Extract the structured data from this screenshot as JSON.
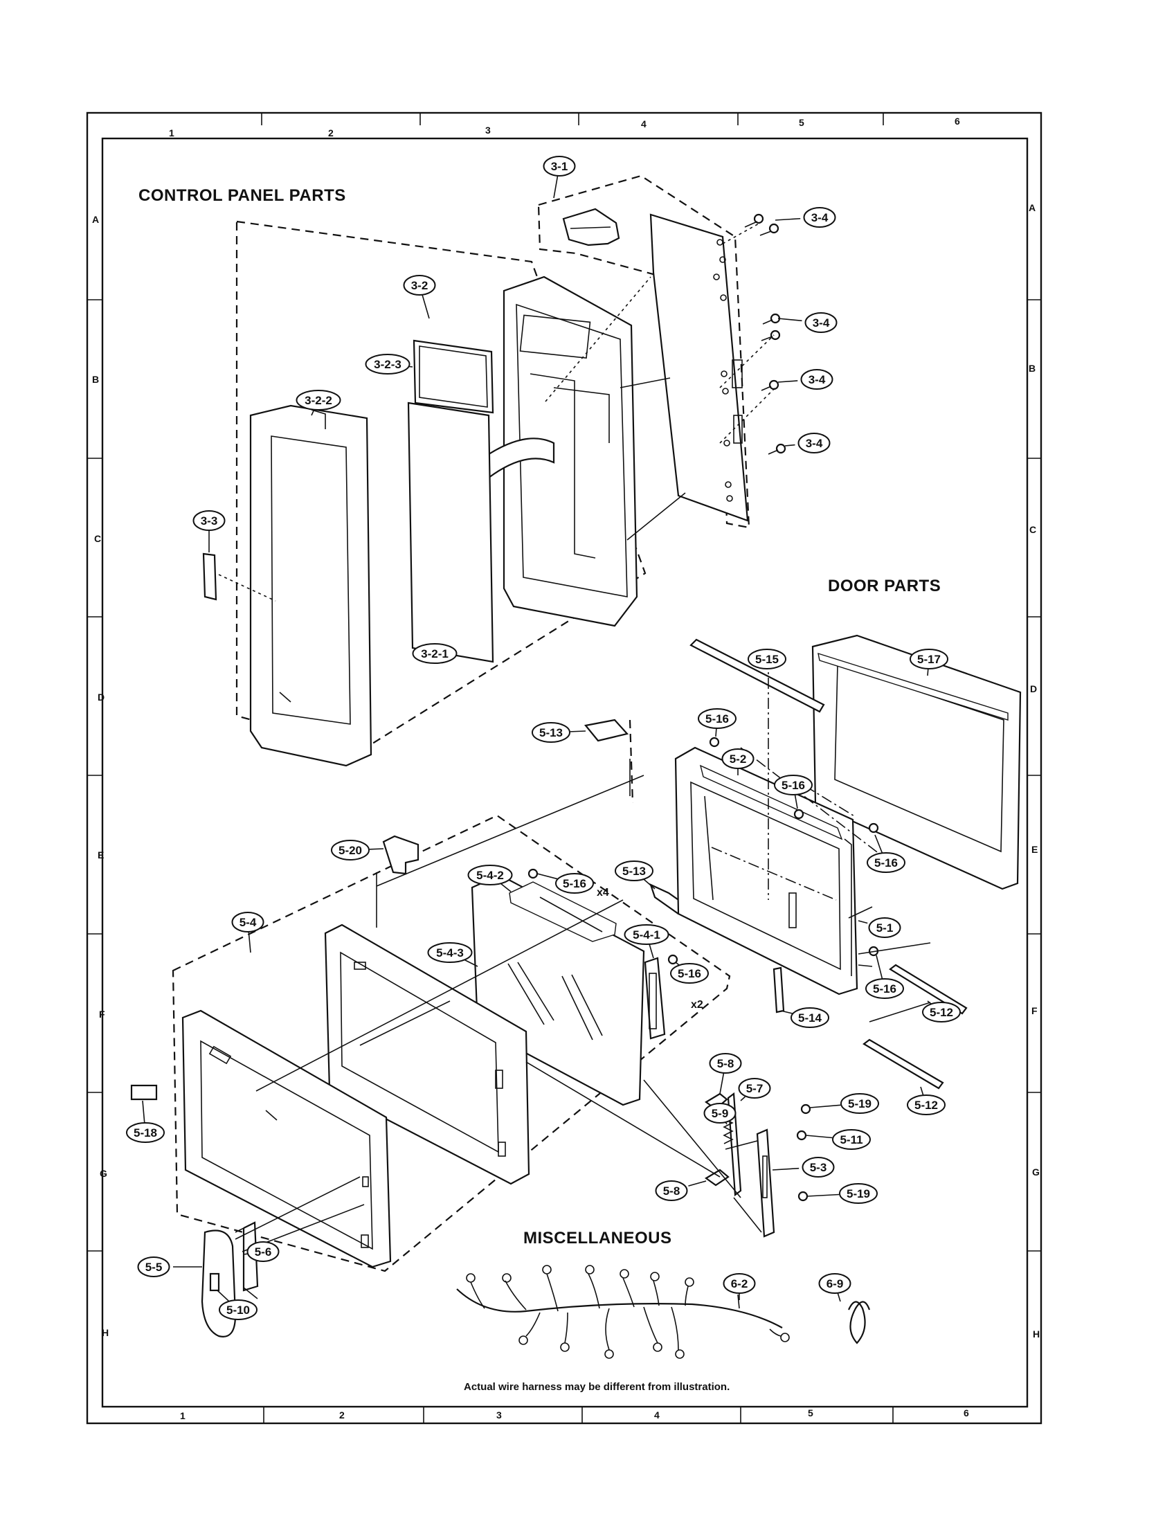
{
  "sections": {
    "control_panel": "CONTROL PANEL PARTS",
    "door": "DOOR PARTS",
    "misc": "MISCELLANEOUS"
  },
  "note": "Actual wire harness may be different from illustration.",
  "grid": {
    "columns": [
      "1",
      "2",
      "3",
      "4",
      "5",
      "6"
    ],
    "rows": [
      "A",
      "B",
      "C",
      "D",
      "E",
      "F",
      "G",
      "H"
    ]
  },
  "multipliers": {
    "x4": "x4",
    "x2": "x2"
  },
  "callouts": {
    "c3_1": "3-1",
    "c3_2": "3-2",
    "c3_2_1": "3-2-1",
    "c3_2_2": "3-2-2",
    "c3_2_3": "3-2-3",
    "c3_3": "3-3",
    "c3_4": "3-4",
    "c5_1": "5-1",
    "c5_2": "5-2",
    "c5_3": "5-3",
    "c5_4": "5-4",
    "c5_4_1": "5-4-1",
    "c5_4_2": "5-4-2",
    "c5_4_3": "5-4-3",
    "c5_5": "5-5",
    "c5_6": "5-6",
    "c5_7": "5-7",
    "c5_8": "5-8",
    "c5_9": "5-9",
    "c5_10": "5-10",
    "c5_11": "5-11",
    "c5_12": "5-12",
    "c5_13": "5-13",
    "c5_14": "5-14",
    "c5_15": "5-15",
    "c5_16": "5-16",
    "c5_17": "5-17",
    "c5_18": "5-18",
    "c5_19": "5-19",
    "c5_20": "5-20",
    "c6_2": "6-2",
    "c6_9": "6-9"
  }
}
